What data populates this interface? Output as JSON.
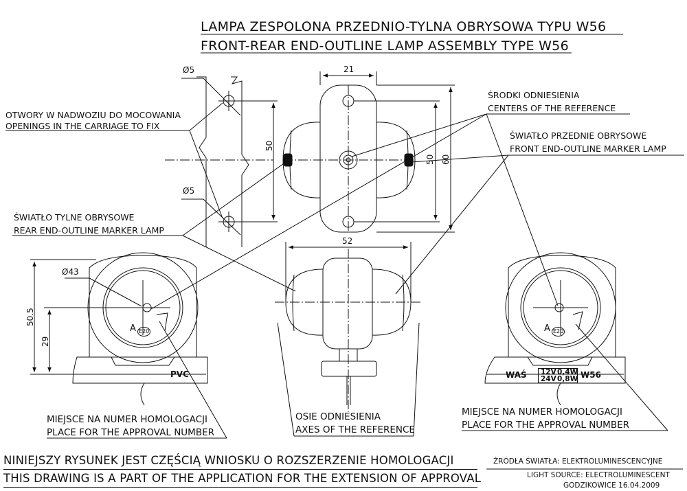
{
  "title": {
    "pl": "LAMPA ZESPOLONA PRZEDNIO-TYLNA OBRYSOWA TYPU W56",
    "en": "FRONT-REAR END-OUTLINE LAMP ASSEMBLY TYPE W56"
  },
  "labels": {
    "holes_pl": "OTWORY W NADWOZIU DO MOCOWANIA",
    "holes_en": "OPENINGS IN THE CARRIAGE TO FIX",
    "centers_pl": "ŚRODKI ODNIESIENIA",
    "centers_en": "CENTERS OF THE REFERENCE",
    "front_pl": "ŚWIATŁO PRZEDNIE OBRYSOWE",
    "front_en": "FRONT END-OUTLINE MARKER LAMP",
    "rear_pl": "ŚWIATŁO TYLNE OBRYSOWE",
    "rear_en": "REAR END-OUTLINE MARKER LAMP",
    "approval_left_pl": "MIEJSCE NA NUMER HOMOLOGACJI",
    "approval_left_en": "PLACE FOR THE APPROVAL NUMBER",
    "axes_pl": "OSIE ODNIESIENIA",
    "axes_en": "AXES OF THE REFERENCE",
    "approval_right_pl": "MIEJSCE NA NUMER HOMOLOGACJI",
    "approval_right_en": "PLACE FOR THE APPROVAL NUMBER"
  },
  "dimensions": {
    "hole_top": "Ø5",
    "hole_bottom": "Ø5",
    "hole_spacing": "50",
    "width_top": "21",
    "inner_height": "50",
    "outer_height": "60",
    "width_bottom": "52",
    "lens_diameter": "Ø43",
    "total_height": "50.5",
    "axis_height": "29"
  },
  "markings": {
    "pvc": "PVC",
    "was": "WAŚ",
    "v12": "12V",
    "w04": "0,4W",
    "v24": "24V",
    "w08": "0,8W",
    "model": "W56",
    "ae_left": "E20",
    "ae_right": "E20",
    "a_left": "A",
    "a_right": "A"
  },
  "footer": {
    "pl": "NINIEJSZY RYSUNEK JEST CZĘŚCIĄ WNIOSKU O  ROZSZERZENIE  HOMOLOGACJI",
    "en": "THIS DRAWING IS A PART OF THE APPLICATION FOR THE EXTENSION OF APPROVAL",
    "light_pl": "ŹRÓDŁA ŚWIATŁA: ELEKTROLUMINESCENCYJNE",
    "light_en": "LIGHT SOURCE: ELECTROLUMINESCENT",
    "place_date": "GODZIKOWICE 16.04.2009"
  }
}
